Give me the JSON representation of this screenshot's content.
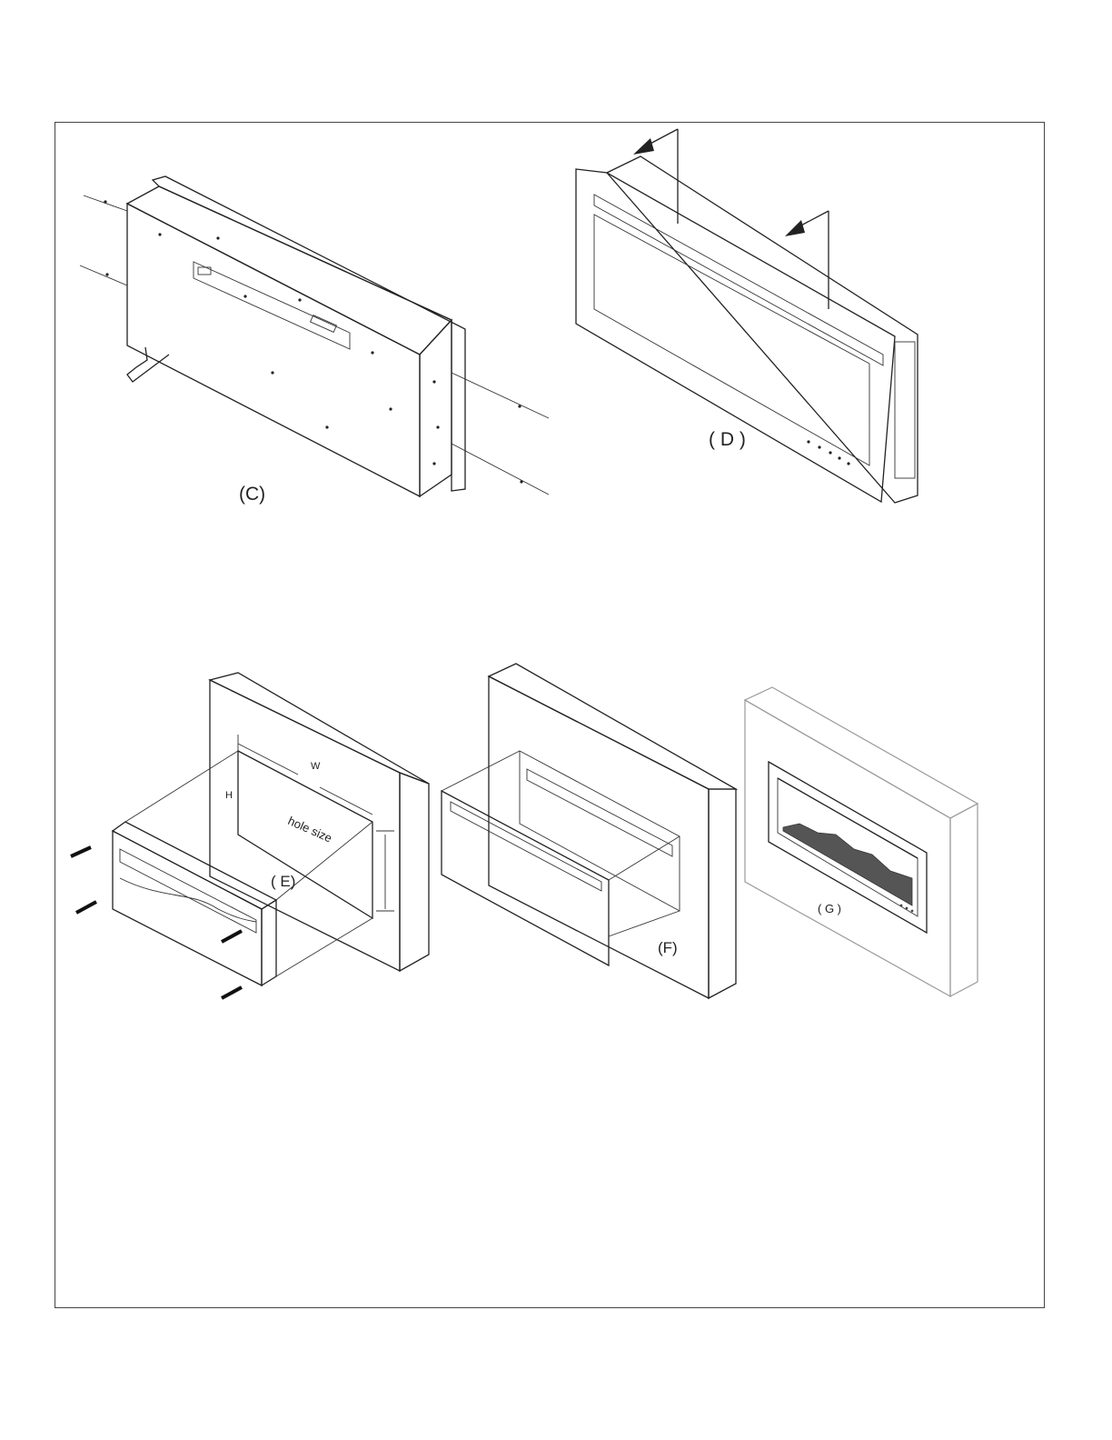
{
  "figures": {
    "c": {
      "label": "(C)"
    },
    "d": {
      "label": "( D )"
    },
    "e": {
      "label": "( E)",
      "width_mark": "W",
      "height_mark": "H",
      "hole_text": "hole  size"
    },
    "f": {
      "label": "(F)"
    },
    "g": {
      "label": "( G )"
    }
  },
  "colors": {
    "line": "#222222",
    "light_line": "#9a9a9a",
    "frame": "#444444"
  }
}
